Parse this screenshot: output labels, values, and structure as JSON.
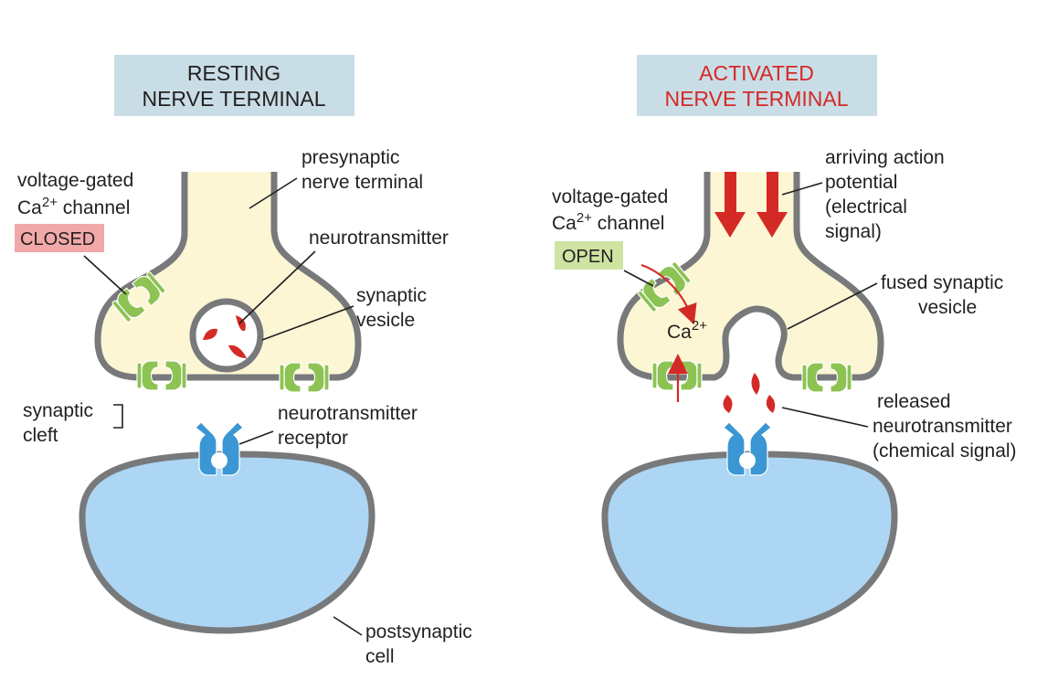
{
  "colors": {
    "title_box": "#c9dde6",
    "terminal_fill": "#fcf6d4",
    "membrane": "#77797b",
    "channel": "#8dc353",
    "receptor": "#3a97d4",
    "postsynaptic_fill": "#acd6f3",
    "neurotransmitter": "#d42a26",
    "closed_badge": "#f0a8a8",
    "open_badge": "#cfe3a2",
    "activated_title": "#d42a26"
  },
  "resting": {
    "title_line1": "RESTING",
    "title_line2": "NERVE TERMINAL",
    "channel_label_line1": "voltage-gated",
    "channel_label_line2_base": "Ca",
    "channel_label_line2_sup": "2+",
    "channel_label_line2_rest": " channel",
    "status_badge": "CLOSED",
    "presynaptic_line1": "presynaptic",
    "presynaptic_line2": "nerve terminal",
    "neurotransmitter": "neurotransmitter",
    "vesicle_line1": "synaptic",
    "vesicle_line2": "vesicle",
    "cleft_line1": "synaptic",
    "cleft_line2": "cleft",
    "receptor_line1": "neurotransmitter",
    "receptor_line2": "receptor",
    "postsynaptic_line1": "postsynaptic",
    "postsynaptic_line2": "cell"
  },
  "activated": {
    "title_line1": "ACTIVATED",
    "title_line2": "NERVE TERMINAL",
    "channel_label_line1": "voltage-gated",
    "channel_label_line2_base": "Ca",
    "channel_label_line2_sup": "2+",
    "channel_label_line2_rest": " channel",
    "status_badge": "OPEN",
    "ion_base": "Ca",
    "ion_sup": "2+",
    "action_line1": "arriving action",
    "action_line2": "potential",
    "action_line3": "(electrical",
    "action_line4": "signal)",
    "fused_line1": "fused synaptic",
    "fused_line2": "vesicle",
    "released_line1": "released",
    "released_line2": "neurotransmitter",
    "released_line3": "(chemical signal)"
  }
}
